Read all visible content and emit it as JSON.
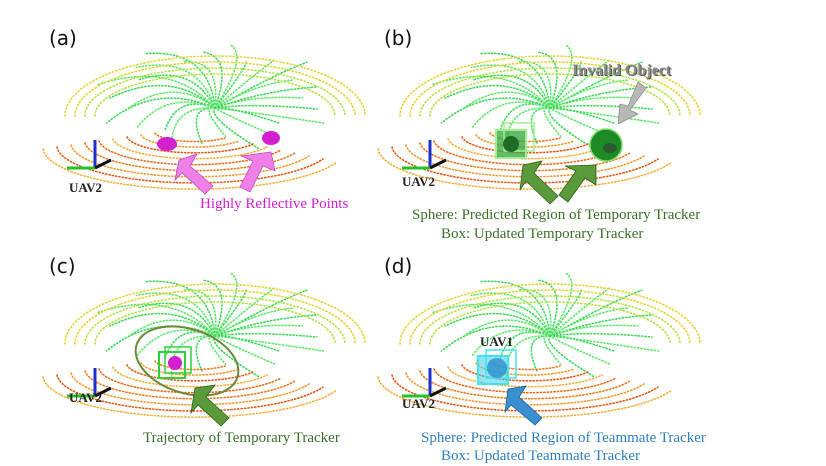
{
  "panels": [
    {
      "label": "(a)",
      "uav": "UAV2"
    },
    {
      "label": "(b)",
      "uav": "UAV2"
    },
    {
      "label": "(c)",
      "uav": "UAV2"
    },
    {
      "label": "(d)",
      "uav": "UAV2"
    }
  ],
  "captions": {
    "a": "Highly Reflective Points",
    "b_line1": "Sphere: Predicted Region of Temporary Tracker",
    "b_line2": "Box: Updated Temporary Tracker",
    "b_invalid": "Invalid Object",
    "c": "Trajectory of Temporary Tracker",
    "d_line1": "Sphere: Predicted Region of Teammate Tracker",
    "d_line2": "Box: Updated Teammate Tracker",
    "d_uav1": "UAV1"
  },
  "colors": {
    "magenta": "#d21fd0",
    "green_caption": "#3c6e2a",
    "blue_caption": "#2f7fc0",
    "arrow_pink": "#ee7fe6",
    "arrow_green": "#5a9a3a",
    "arrow_blue": "#3a8fd0",
    "arrow_gray": "#b8b8b8"
  }
}
